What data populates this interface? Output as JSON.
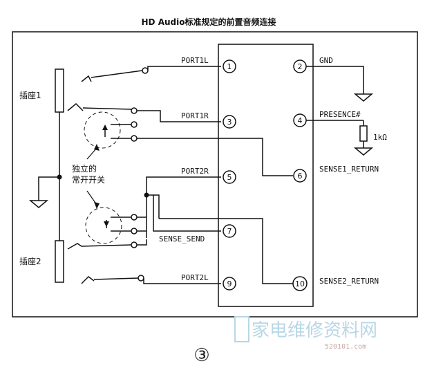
{
  "title": "HD Audio标准规定的前置音频连接",
  "labels": {
    "jack1": "插座1",
    "jack2": "插座2",
    "switch_line1": "独立的",
    "switch_line2": "常开开关"
  },
  "left_pins": [
    {
      "num": "1",
      "name": "PORT1L"
    },
    {
      "num": "3",
      "name": "PORT1R"
    },
    {
      "num": "5",
      "name": "PORT2R"
    },
    {
      "num": "7",
      "name": "SENSE_SEND"
    },
    {
      "num": "9",
      "name": "PORT2L"
    }
  ],
  "right_pins": [
    {
      "num": "2",
      "name": "GND"
    },
    {
      "num": "4",
      "name": "PRESENCE#"
    },
    {
      "num": "6",
      "name": "SENSE1_RETURN"
    },
    {
      "num": "10",
      "name": "SENSE2_RETURN"
    }
  ],
  "resistor": "1kΩ",
  "figure_number": "③",
  "watermark": {
    "main": "家电维修资料网",
    "sub": "520101.com"
  }
}
